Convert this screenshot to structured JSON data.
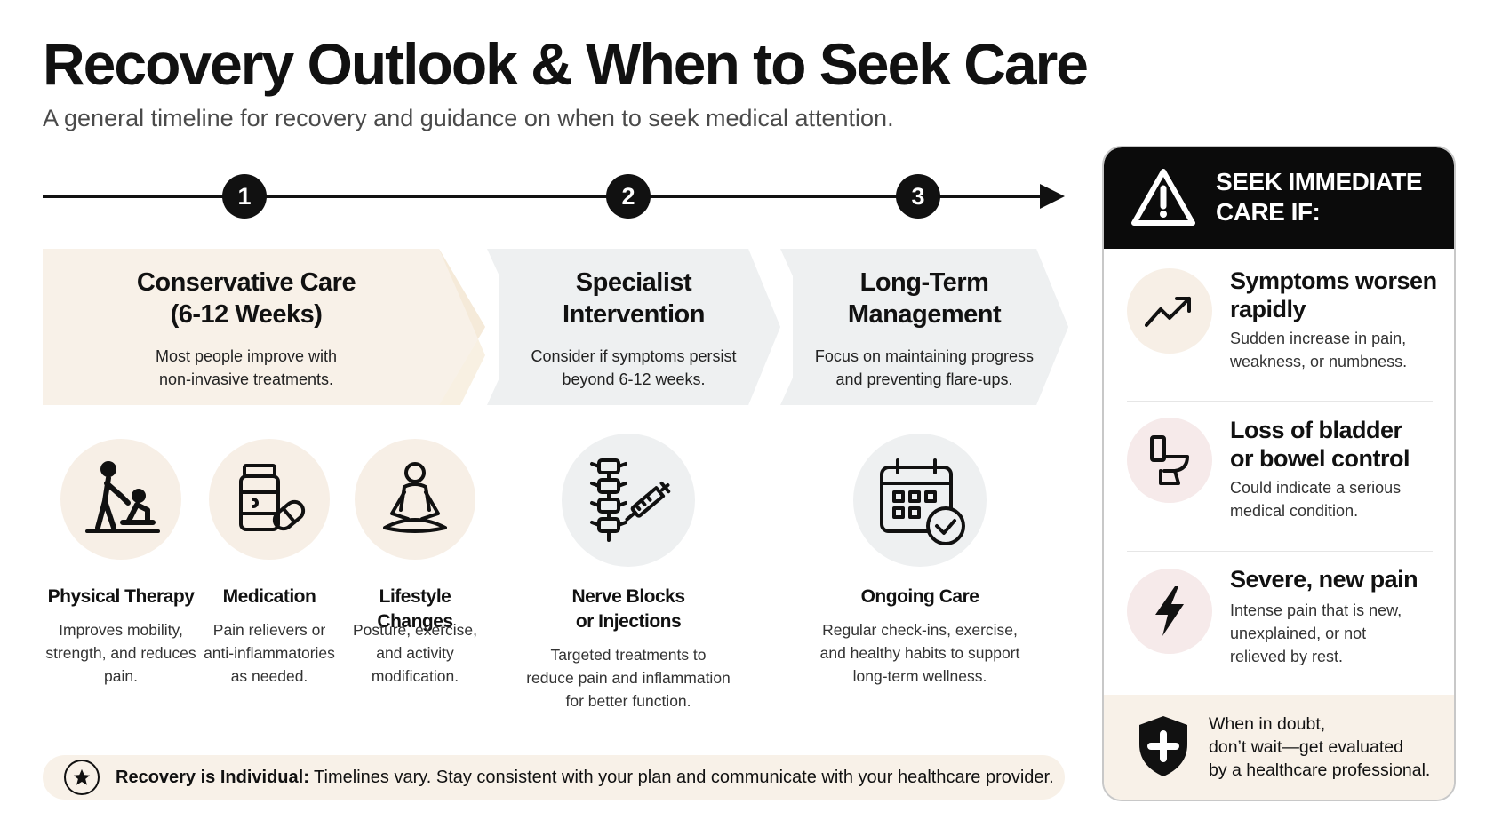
{
  "header": {
    "title": "Recovery Outlook & When to Seek Care",
    "subtitle": "A general timeline for recovery and guidance on when to seek medical attention."
  },
  "timeline": {
    "steps": [
      "1",
      "2",
      "3"
    ]
  },
  "phases": [
    {
      "title_line1": "Conservative Care",
      "title_line2": "(6-12 Weeks)",
      "desc_line1": "Most people improve with",
      "desc_line2": "non-invasive treatments."
    },
    {
      "title_line1": "Specialist",
      "title_line2": "Intervention",
      "desc_line1": "Consider if symptoms persist",
      "desc_line2": "beyond 6-12 weeks."
    },
    {
      "title_line1": "Long-Term",
      "title_line2": "Management",
      "desc_line1": "Focus on maintaining progress",
      "desc_line2": "and preventing flare-ups."
    }
  ],
  "treatments": [
    {
      "icon": "physical-therapy-icon",
      "title_line1": "Physical Therapy",
      "desc": [
        "Improves mobility,",
        "strength, and reduces",
        "pain."
      ]
    },
    {
      "icon": "medication-icon",
      "title_line1": "Medication",
      "desc": [
        "Pain relievers or",
        "anti-inflammatories",
        "as needed."
      ]
    },
    {
      "icon": "meditation-icon",
      "title_line1": "Lifestyle Changes",
      "desc": [
        "Posture, exercise,",
        "and activity",
        "modification."
      ]
    },
    {
      "icon": "spine-syringe-icon",
      "title_line1": "Nerve Blocks",
      "title_line2": "or Injections",
      "desc": [
        "Targeted treatments to",
        "reduce pain and inflammation",
        "for better function."
      ]
    },
    {
      "icon": "calendar-check-icon",
      "title_line1": "Ongoing Care",
      "desc": [
        "Regular check-ins, exercise,",
        "and healthy habits to support",
        "long-term wellness."
      ]
    }
  ],
  "footer": {
    "bold": "Recovery is Individual:",
    "text": " Timelines vary. Stay consistent with your plan and communicate with your healthcare provider."
  },
  "panel": {
    "header_line1": "SEEK IMMEDIATE",
    "header_line2": "CARE IF:",
    "items": [
      {
        "icon": "trending-up-icon",
        "title_line1": "Symptoms worsen",
        "title_line2": "rapidly",
        "desc": [
          "Sudden increase in pain,",
          "weakness, or numbness."
        ]
      },
      {
        "icon": "toilet-icon",
        "title_line1": "Loss of bladder",
        "title_line2": "or bowel control",
        "desc": [
          "Could indicate a serious",
          "medical condition."
        ]
      },
      {
        "icon": "lightning-icon",
        "title_line1": "Severe, new pain",
        "desc": [
          "Intense pain that is new,",
          "unexplained, or not",
          "relieved by rest."
        ]
      }
    ],
    "footer": [
      "When in doubt,",
      "don’t wait—get evaluated",
      "by a healthcare professional."
    ]
  },
  "colors": {
    "warm": "#f7efe6",
    "cool": "#eef0f1",
    "dark": "#0b0b0b",
    "pink": "#f6eaea"
  }
}
